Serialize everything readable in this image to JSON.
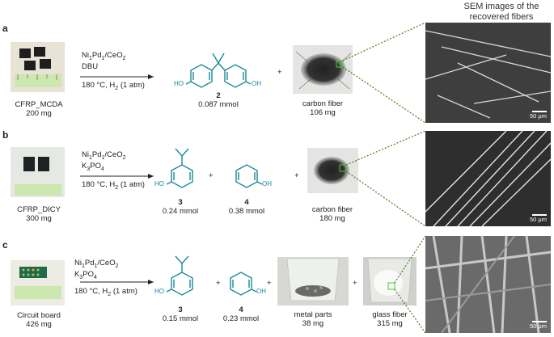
{
  "header": {
    "line1": "SEM images of the",
    "line2": "recovered fibers"
  },
  "panels": {
    "a": {
      "letter": "a",
      "sample_name": "CFRP_MCDA",
      "sample_mass": "200 mg",
      "catalyst": "Ni",
      "catalyst_sub1": "1",
      "catalyst_mid": "Pd",
      "catalyst_sub2": "1",
      "catalyst_end": "/CeO",
      "catalyst_sub3": "2",
      "base": "DBU",
      "cond_a": "180 °C, H",
      "cond_sub": "2",
      "cond_b": " (1 atm)",
      "product1_no": "2",
      "product1_amt": "0.087 mmol",
      "plus": "+",
      "fiber_name": "carbon fiber",
      "fiber_mass": "106 mg",
      "scale": "50 μm"
    },
    "b": {
      "letter": "b",
      "sample_name": "CFRP_DICY",
      "sample_mass": "300 mg",
      "catalyst": "Ni",
      "catalyst_sub1": "1",
      "catalyst_mid": "Pd",
      "catalyst_sub2": "1",
      "catalyst_end": "/CeO",
      "catalyst_sub3": "2",
      "base_a": "K",
      "base_sub1": "3",
      "base_b": "PO",
      "base_sub2": "4",
      "cond_a": "180 °C, H",
      "cond_sub": "2",
      "cond_b": " (1 atm)",
      "product1_no": "3",
      "product1_amt": "0.24 mmol",
      "product2_no": "4",
      "product2_amt": "0.38 mmol",
      "plus": "+",
      "fiber_name": "carbon fiber",
      "fiber_mass": "180 mg",
      "scale": "50 μm"
    },
    "c": {
      "letter": "c",
      "sample_name": "Circuit board",
      "sample_mass": "426 mg",
      "catalyst": "Ni",
      "catalyst_sub1": "1",
      "catalyst_mid": "Pd",
      "catalyst_sub2": "1",
      "catalyst_end": "/CeO",
      "catalyst_sub3": "2",
      "base_a": "K",
      "base_sub1": "3",
      "base_b": "PO",
      "base_sub2": "4",
      "cond_a": "180 °C, H",
      "cond_sub": "2",
      "cond_b": " (1 atm)",
      "product1_no": "3",
      "product1_amt": "0.15 mmol",
      "product2_no": "4",
      "product2_amt": "0.23 mmol",
      "plus": "+",
      "metal_name": "metal parts",
      "metal_mass": "38 mg",
      "fiber_name": "glass fiber",
      "fiber_mass": "315 mg",
      "scale": "50 μm"
    },
    "ho_label": "HO",
    "oh_label": "OH"
  },
  "colors": {
    "molecule": "#1a8a96",
    "dotted": "#4a7a1a",
    "highlight": "#44cc33"
  }
}
